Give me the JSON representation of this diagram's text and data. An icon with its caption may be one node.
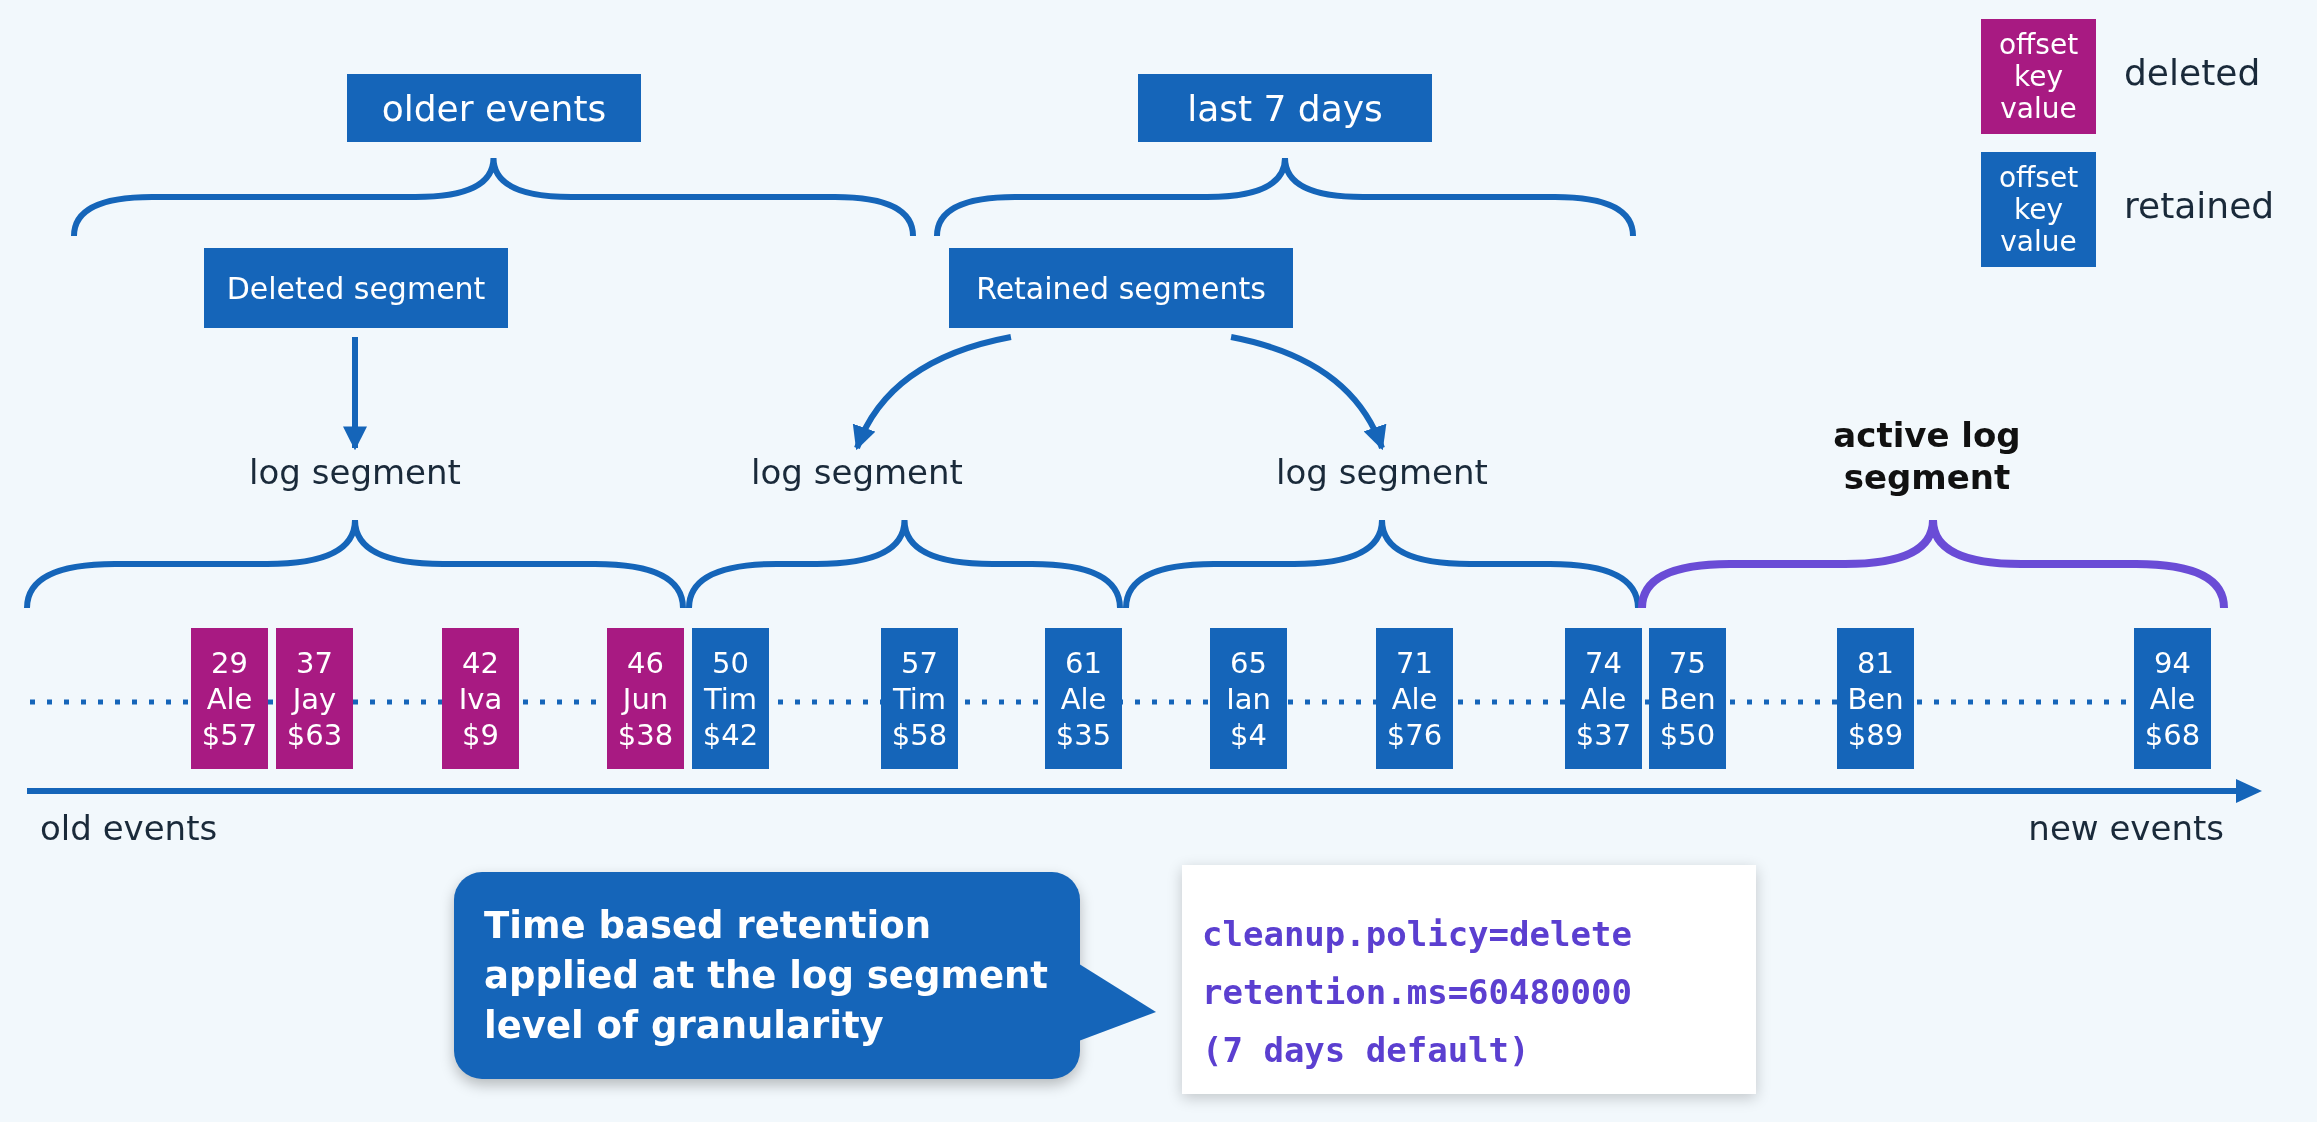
{
  "diagram": {
    "nodes": [
      {
        "text": [
          "older events"
        ]
      },
      {
        "text": [
          "last 7 days"
        ]
      },
      {
        "text": [
          "Deleted segment"
        ]
      },
      {
        "text": [
          "Retained segments"
        ]
      },
      {
        "text": [
          "log segment"
        ]
      },
      {
        "text": [
          "log segment"
        ]
      },
      {
        "text": [
          "log segment"
        ]
      },
      {
        "text": [
          "29",
          "Ale",
          "$57"
        ]
      },
      {
        "text": [
          "37",
          "Jay",
          "$63"
        ]
      },
      {
        "text": [
          "42",
          "Iva",
          "$9"
        ]
      },
      {
        "text": [
          "46",
          "Jun",
          "$38"
        ]
      },
      {
        "text": [
          "50",
          "Tim",
          "$42"
        ]
      },
      {
        "text": [
          "57",
          "Tim",
          "$58"
        ]
      },
      {
        "text": [
          "61",
          "Ale",
          "$35"
        ]
      },
      {
        "text": [
          "65",
          "Ian",
          "$4"
        ]
      },
      {
        "text": [
          "71",
          "Ale",
          "$76"
        ]
      },
      {
        "text": [
          "74",
          "Ale",
          "$37"
        ]
      },
      {
        "text": [
          "75",
          "Ben",
          "$50"
        ]
      },
      {
        "text": [
          "81",
          "Ben",
          "$89"
        ]
      },
      {
        "text": [
          "94",
          "Ale",
          "$68"
        ]
      },
      {
        "text": [
          "Time based retention applied at the log segment level of granularity"
        ]
      },
      {
        "text": [
          "cleanup.policy=delete",
          "retention.ms=60480000",
          "(7 days default)"
        ]
      }
    ],
    "edges": [
      {
        "from": 2,
        "to": 4,
        "arrow": "to"
      },
      {
        "from": 3,
        "to": 5,
        "arrow": "to"
      },
      {
        "from": 3,
        "to": 6,
        "arrow": "to"
      }
    ],
    "labels": [
      "offset key value",
      "offset key value",
      "active log segment",
      "old events",
      "new events"
    ],
    "legend": [
      {
        "text": "deleted",
        "color": "#a81a82"
      },
      {
        "text": "retained",
        "color": "#1565b9"
      }
    ]
  }
}
